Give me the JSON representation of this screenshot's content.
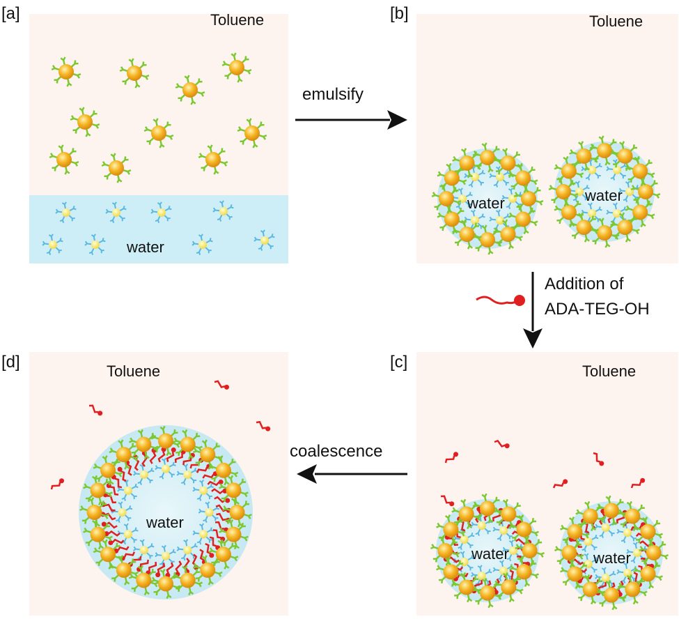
{
  "panels": {
    "a": {
      "label": "[a]",
      "solvent": "Toluene",
      "phase": "water"
    },
    "b": {
      "label": "[b]",
      "solvent": "Toluene",
      "droplet_left": "water",
      "droplet_right": "water"
    },
    "c": {
      "label": "[c]",
      "solvent": "Toluene",
      "droplet_left": "water",
      "droplet_right": "water"
    },
    "d": {
      "label": "[d]",
      "solvent": "Toluene",
      "droplet": "water"
    }
  },
  "steps": {
    "emulsify": "emulsify",
    "addition_line1": "Addition of",
    "addition_line2": "ADA-TEG-OH",
    "coalescence": "coalescence"
  },
  "colors": {
    "toluene_bg": "#fdf4ef",
    "water_bg": "#cdeef7",
    "nanoparticle_core": "#f5b321",
    "ligand_green": "#7cc832",
    "ligand_blue": "#5ab8e0",
    "molecule_red": "#e02020"
  }
}
